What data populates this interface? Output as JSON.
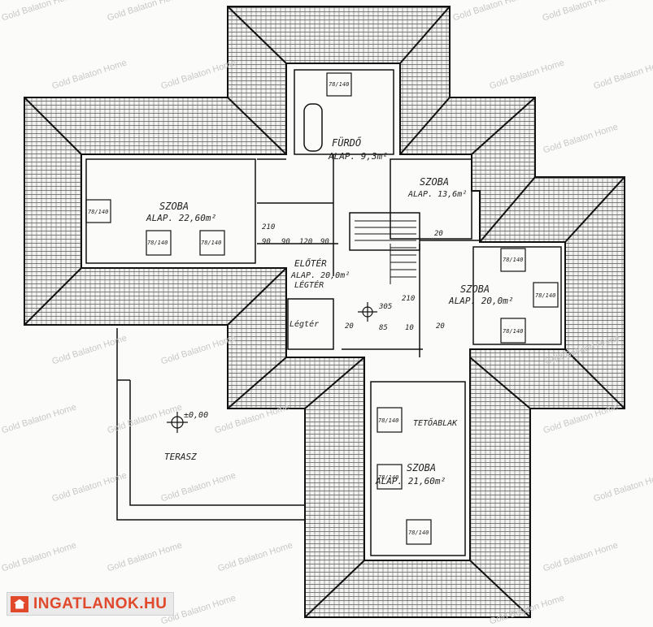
{
  "watermark": "Gold Balaton Home",
  "logo": {
    "text": "INGATLANOK.HU",
    "brand_color": "#e0492b",
    "icon": "house-icon"
  },
  "rooms": {
    "furdo": {
      "name": "FÜRDŐ",
      "area": "ALAP. 9,3m²"
    },
    "szoba_nw": {
      "name": "SZOBA",
      "area": "ALAP. 22,60m²"
    },
    "szoba_ne": {
      "name": "SZOBA",
      "area": "ALAP. 13,6m²"
    },
    "szoba_e": {
      "name": "SZOBA",
      "area": "ALAP. 20,0m²"
    },
    "szoba_s": {
      "name": "SZOBA",
      "area": "ALAP. 21,60m²"
    },
    "eloter": {
      "name": "ELŐTÉR",
      "area": "ALAP. 20,0m²",
      "note": "LÉGTÉR"
    },
    "kamra": {
      "name": "Légtér"
    },
    "terasz": {
      "name": "TERASZ",
      "level": "±0,00"
    },
    "tetoablak": {
      "name": "TETŐABLAK"
    }
  },
  "window_marks": [
    "78/140",
    "78/140",
    "78/140",
    "78/140",
    "78/140",
    "78/140",
    "78/140",
    "78/140",
    "78/140",
    "78/140"
  ],
  "dims": [
    "90",
    "90",
    "120",
    "90",
    "210",
    "305",
    "210",
    "20",
    "20",
    "85",
    "10",
    "20"
  ]
}
